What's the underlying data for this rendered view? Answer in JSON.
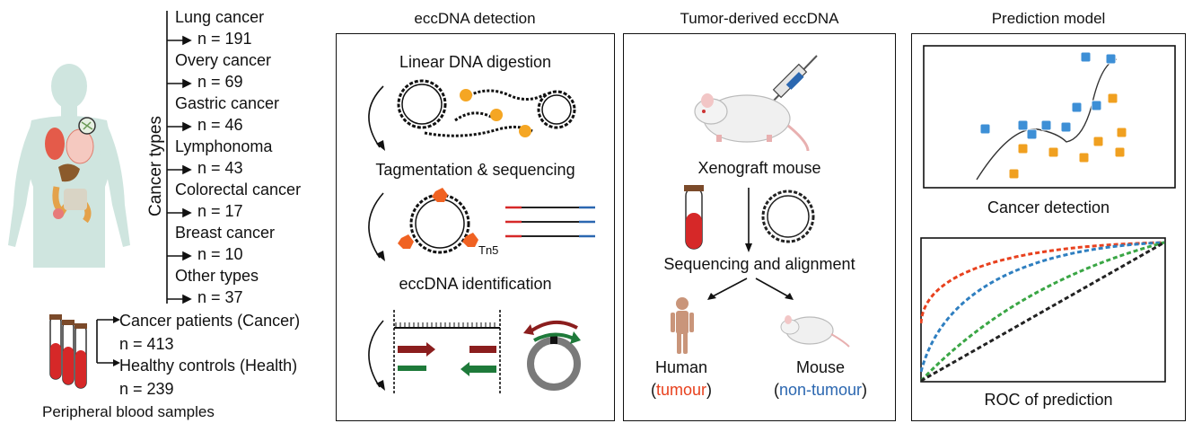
{
  "left": {
    "axis_label": "Cancer types",
    "cancer_types": [
      {
        "name": "Lung cancer",
        "count": "n = 191"
      },
      {
        "name": "Overy cancer",
        "count": "n = 69"
      },
      {
        "name": "Gastric cancer",
        "count": "n = 46"
      },
      {
        "name": "Lymphonoma",
        "count": "n = 43"
      },
      {
        "name": "Colorectal cancer",
        "count": "n = 17"
      },
      {
        "name": "Breast cancer",
        "count": "n = 10"
      },
      {
        "name": "Other types",
        "count": "n = 37"
      }
    ],
    "groups": [
      {
        "name": "Cancer patients (Cancer)",
        "count": "n = 413"
      },
      {
        "name": "Healthy controls (Health)",
        "count": "n = 239"
      }
    ],
    "samples_label": "Peripheral blood samples"
  },
  "detection": {
    "header": "eccDNA detection",
    "step1": "Linear DNA digestion",
    "step2": "Tagmentation & sequencing",
    "step2_enzyme": "Tn5",
    "step3": "eccDNA identification"
  },
  "tumor": {
    "header": "Tumor-derived eccDNA",
    "xenograft": "Xenograft mouse",
    "sequencing": "Sequencing and alignment",
    "human": "Human",
    "human_paren_open": "(",
    "human_sub": "tumour",
    "human_paren_close": ")",
    "mouse": "Mouse",
    "mouse_paren_open": "(",
    "mouse_sub": "non-tumour",
    "mouse_paren_close": ")"
  },
  "prediction": {
    "header": "Prediction model",
    "detection_label": "Cancer detection",
    "roc_label": "ROC of prediction"
  },
  "colors": {
    "tumour": "#e8411e",
    "non_tumour": "#2b67b0",
    "blood": "#d62828",
    "dna_dot": "#f5a623",
    "blue_cube": "#3d8fd6",
    "orange_cube": "#f0a020",
    "roc_red": "#e8411e",
    "roc_blue": "#2f7fc0",
    "roc_green": "#3aa645",
    "roc_black": "#222222"
  }
}
